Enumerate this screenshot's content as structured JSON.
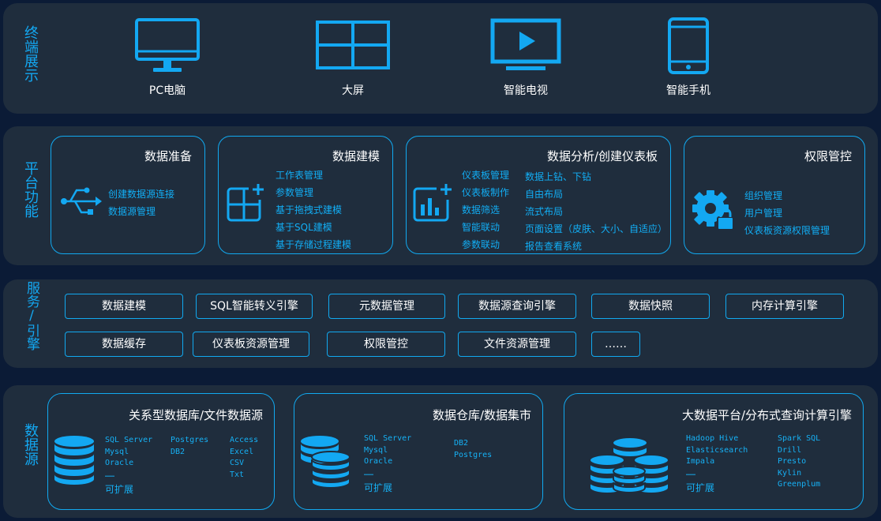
{
  "terminal": {
    "title": "终端展示",
    "items": [
      {
        "label": "PC电脑",
        "icon": "monitor-icon"
      },
      {
        "label": "大屏",
        "icon": "big-screen-icon"
      },
      {
        "label": "智能电视",
        "icon": "tv-play-icon"
      },
      {
        "label": "智能手机",
        "icon": "smartphone-icon"
      }
    ]
  },
  "platform": {
    "title": "平台功能",
    "cards": [
      {
        "title": "数据准备",
        "icon": "usb-icon",
        "items": [
          "创建数据源连接",
          "数据源管理"
        ]
      },
      {
        "title": "数据建模",
        "icon": "grid-plus-icon",
        "items": [
          "工作表管理",
          "参数管理",
          "基于拖拽式建模",
          "基于SQL建模",
          "基于存储过程建模"
        ]
      },
      {
        "title": "数据分析/创建仪表板",
        "icon": "bar-chart-plus-icon",
        "items_left": [
          "仪表板管理",
          "仪表板制作",
          "数据筛选",
          "智能联动",
          "参数联动"
        ],
        "items_right": [
          "数据上钻、下钻",
          "自由布局",
          "流式布局",
          "页面设置（皮肤、大小、自适应）",
          "报告查看系统"
        ]
      },
      {
        "title": "权限管控",
        "icon": "gear-lock-icon",
        "items": [
          "组织管理",
          "用户管理",
          "仪表板资源权限管理"
        ]
      }
    ]
  },
  "service": {
    "title": "服务/引擎",
    "row1": [
      "数据建模",
      "SQL智能转义引擎",
      "元数据管理",
      "数据源查询引擎",
      "数据快照",
      "内存计算引擎"
    ],
    "row2": [
      "数据缓存",
      "仪表板资源管理",
      "权限管控",
      "文件资源管理",
      "……"
    ]
  },
  "source": {
    "title": "数据源",
    "cards": [
      {
        "title": "关系型数据库/文件数据源",
        "cols": [
          [
            "SQL Server",
            "Mysql",
            "Oracle",
            "……"
          ],
          [
            "Postgres",
            "DB2"
          ],
          [
            "Access",
            "Excel",
            "CSV",
            "Txt"
          ]
        ],
        "ext": "可扩展"
      },
      {
        "title": "数据仓库/数据集市",
        "cols": [
          [
            "SQL Server",
            "Mysql",
            "Oracle",
            "……"
          ],
          [
            "DB2",
            "Postgres"
          ]
        ],
        "ext": "可扩展"
      },
      {
        "title": "大数据平台/分布式查询计算引擎",
        "cols": [
          [
            "Hadoop Hive",
            "Elasticsearch",
            "Impala",
            "……"
          ],
          [
            "Spark SQL",
            "Drill",
            "Presto",
            "Kylin",
            "Greenplum"
          ]
        ],
        "ext": "可扩展"
      }
    ]
  },
  "colors": {
    "accent": "#13a8f2",
    "panel": "#1f2d3d",
    "background": "#0b1b36"
  }
}
